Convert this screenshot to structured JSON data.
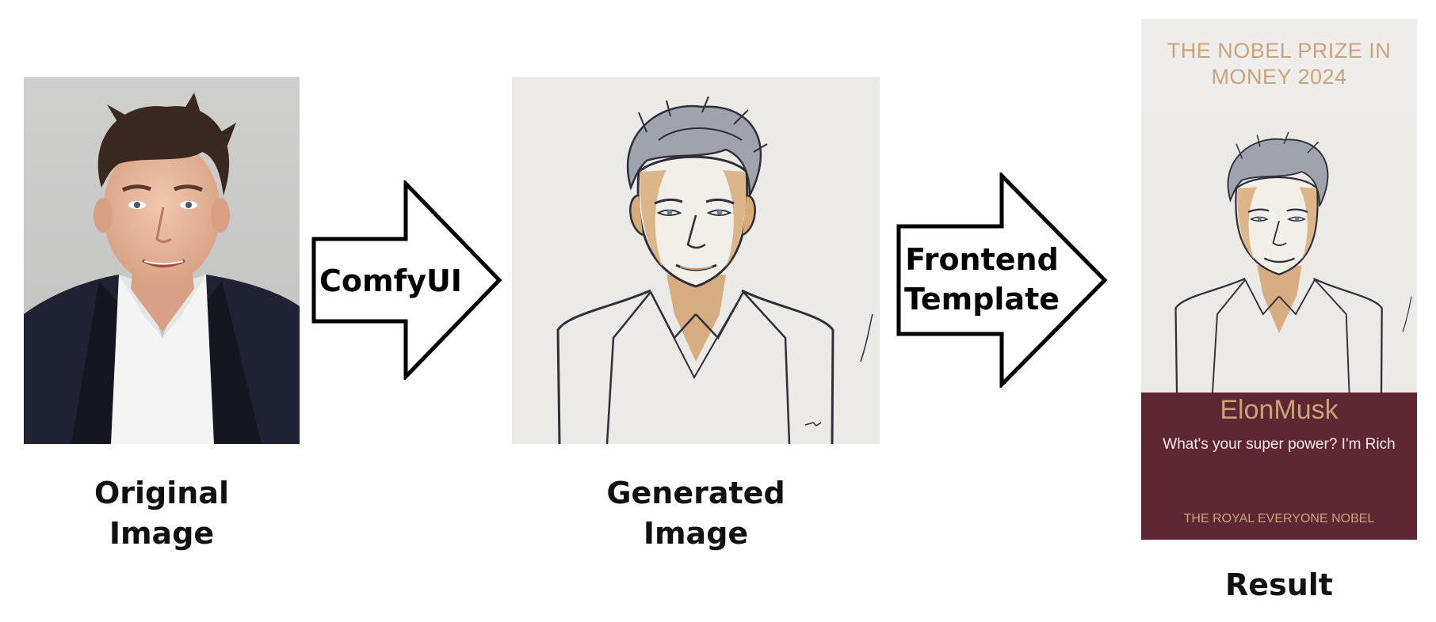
{
  "nodes": {
    "original": {
      "caption_line1": "Original",
      "caption_line2": "Image"
    },
    "generated": {
      "caption_line1": "Generated",
      "caption_line2": "Image"
    },
    "result": {
      "caption": "Result"
    }
  },
  "edges": [
    {
      "from": "original",
      "to": "generated",
      "label_line1": "ComfyUI",
      "label_line2": ""
    },
    {
      "from": "generated",
      "to": "result",
      "label_line1": "Frontend",
      "label_line2": "Template"
    }
  ],
  "result_card": {
    "title_line1": "THE NOBEL PRIZE IN",
    "title_line2": "MONEY 2024",
    "name": "ElonMusk",
    "tagline": "What's your super power? I'm Rich",
    "footer": "THE ROYAL EVERYONE NOBEL"
  },
  "colors": {
    "card_accent": "#c9a47b",
    "card_bottom": "#5e2733",
    "card_top": "#eeedeb",
    "sketch_background": "#ebeae7",
    "suit": "#1e2233"
  },
  "icons": {
    "arrow": "block-right-arrow",
    "portrait_photo": "portrait-photo",
    "portrait_sketch": "line-art-portrait"
  }
}
